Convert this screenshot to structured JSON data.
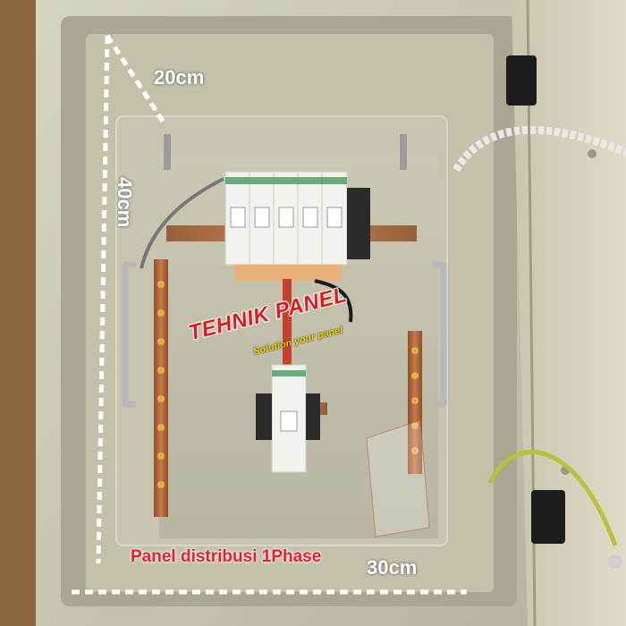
{
  "image": {
    "subject": "electrical-distribution-panel",
    "colors": {
      "enclosure": "#c9c7b0",
      "interior_plate": "#bdbba5",
      "breaker_white": "#f2f2ee",
      "copper": "#b86a3a",
      "dimension_line": "#ffffff",
      "caption_red": "#e8202a",
      "tagline_yellow": "#f3d200"
    }
  },
  "dimensions": {
    "width_top": "20cm",
    "height_left": "40cm",
    "depth_bottom": "30cm"
  },
  "watermark": {
    "brand": "TEHNIK PANEL",
    "tagline": "Solution your panel"
  },
  "caption": "Panel distribusi 1Phase"
}
